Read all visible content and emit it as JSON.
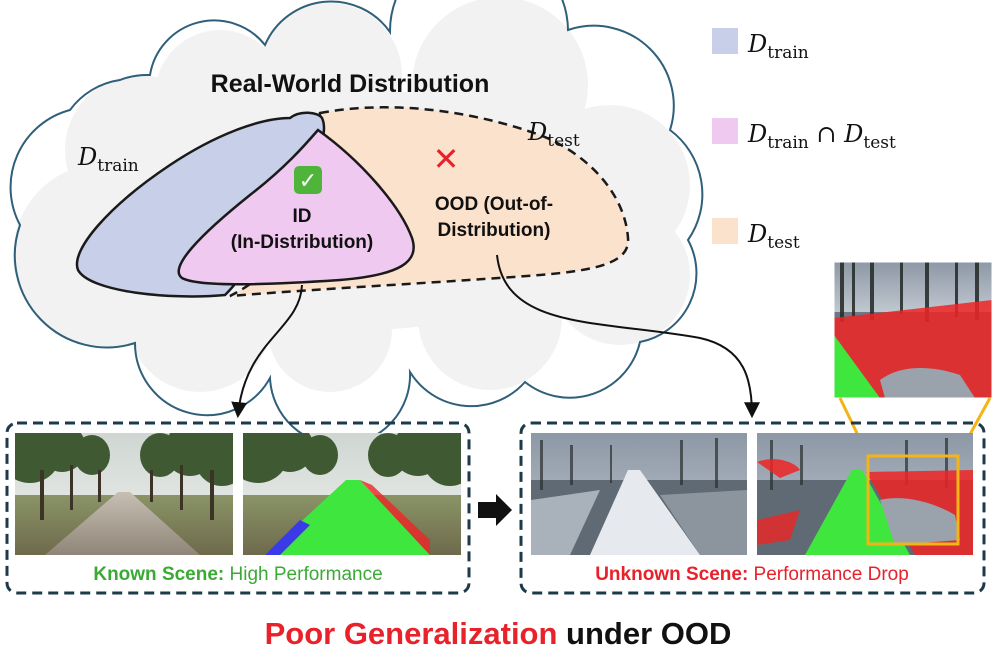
{
  "diagram": {
    "cloud_title": "Real-World Distribution",
    "cloud_label_train": {
      "sym": "D",
      "sub": "train"
    },
    "cloud_label_test": {
      "sym": "D",
      "sub": "test"
    },
    "id_region": {
      "line1": "ID",
      "line2": "(In-Distribution)",
      "mark": "✓"
    },
    "ood_region": {
      "line1": "OOD (Out-of-",
      "line2": "Distribution)",
      "mark": "✕"
    }
  },
  "legend": {
    "items": [
      {
        "color": "#c7d0e8",
        "parts": [
          {
            "sym": "D",
            "sub": "train"
          }
        ],
        "joiner": ""
      },
      {
        "color": "#efc9ef",
        "parts": [
          {
            "sym": "D",
            "sub": "train"
          },
          {
            "sym": "D",
            "sub": "test"
          }
        ],
        "joiner": " ∩ "
      },
      {
        "color": "#fbe2cc",
        "parts": [
          {
            "sym": "D",
            "sub": "test"
          }
        ],
        "joiner": ""
      }
    ]
  },
  "panels": {
    "known": {
      "caption_bold": "Known Scene:",
      "caption_rest": " High Performance",
      "color": "#3aaa35"
    },
    "unknown": {
      "caption_bold": "Unknown Scene:",
      "caption_rest": " Performance Drop",
      "color": "#e8212a"
    }
  },
  "footer": {
    "highlight": "Poor Generalization",
    "rest": " under OOD",
    "highlight_color": "#e8212a"
  },
  "colors": {
    "train": "#c7d0e8",
    "test": "#fbe2cc",
    "intersection": "#efc9ef",
    "cloud": "#f2f2f2",
    "cloud_stroke": "#2f5f7a",
    "seg_green": "#3ee63e",
    "seg_red": "#ee2525",
    "seg_blue": "#3a3ae6",
    "zoom": "#f3b416"
  }
}
